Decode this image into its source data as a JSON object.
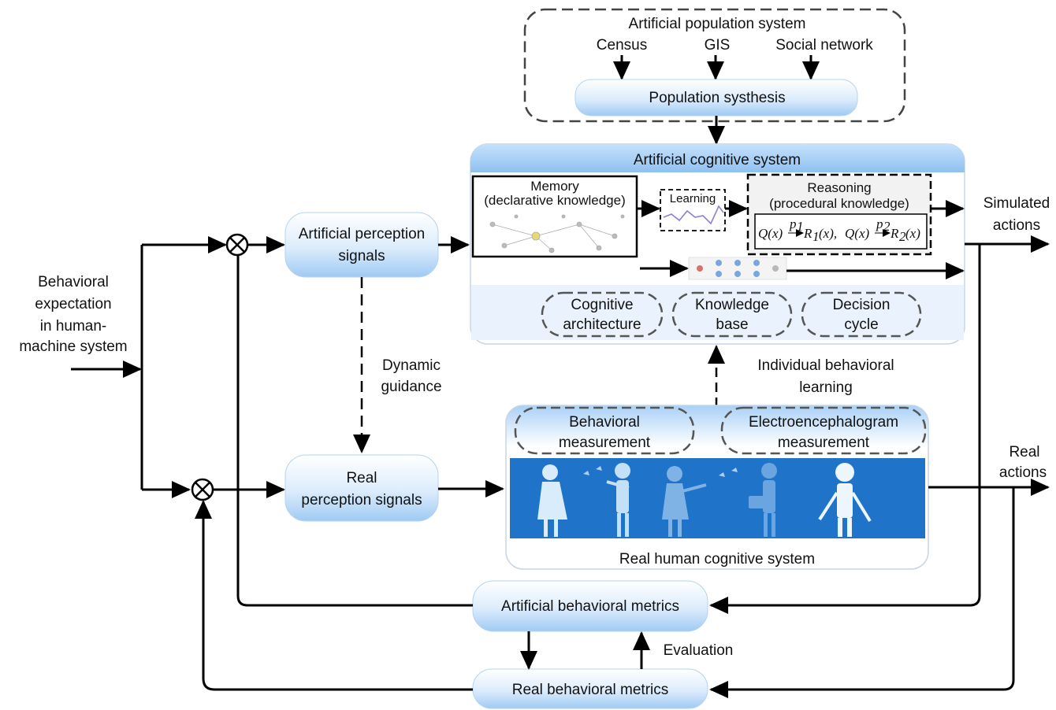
{
  "population": {
    "title": "Artificial population system",
    "sources": [
      "Census",
      "GIS",
      "Social network"
    ],
    "synthesis": "Population systhesis"
  },
  "cognitive": {
    "title": "Artificial cognitive system",
    "memory_title": "Memory",
    "memory_sub": "(declarative knowledge)",
    "learning": "Learning",
    "reasoning_title": "Reasoning",
    "reasoning_sub": "(procedural knowledge)",
    "formula": {
      "q1": "Q(x)",
      "p1": "p",
      "p1_sub": "1",
      "r1": "R",
      "r1_sub": "1",
      "r1_arg": "(x),",
      "q2": "Q(x)",
      "p2": "p",
      "p2_sub": "2",
      "r2": "R",
      "r2_sub": "2",
      "r2_arg": "(x)"
    },
    "components": [
      {
        "line1": "Cognitive",
        "line2": "architecture"
      },
      {
        "line1": "Knowledge",
        "line2": "base"
      },
      {
        "line1": "Decision",
        "line2": "cycle"
      }
    ]
  },
  "inputs": {
    "expectation": [
      "Behavioral",
      "expectation",
      "in human-",
      "machine system"
    ]
  },
  "perception": {
    "artificial": [
      "Artificial perception",
      "signals"
    ],
    "real": [
      "Real",
      "perception signals"
    ],
    "guidance": [
      "Dynamic",
      "guidance"
    ]
  },
  "individual_learning": [
    "Individual behavioral",
    "learning"
  ],
  "human": {
    "measure1": [
      "Behavioral",
      "measurement"
    ],
    "measure2": [
      "Electroencephalogram",
      "measurement"
    ],
    "title": "Real human cognitive system"
  },
  "outputs": {
    "simulated": [
      "Simulated",
      "actions"
    ],
    "real": [
      "Real",
      "actions"
    ]
  },
  "metrics": {
    "artificial": "Artificial behavioral metrics",
    "real": "Real behavioral metrics",
    "evaluation": "Evaluation"
  }
}
